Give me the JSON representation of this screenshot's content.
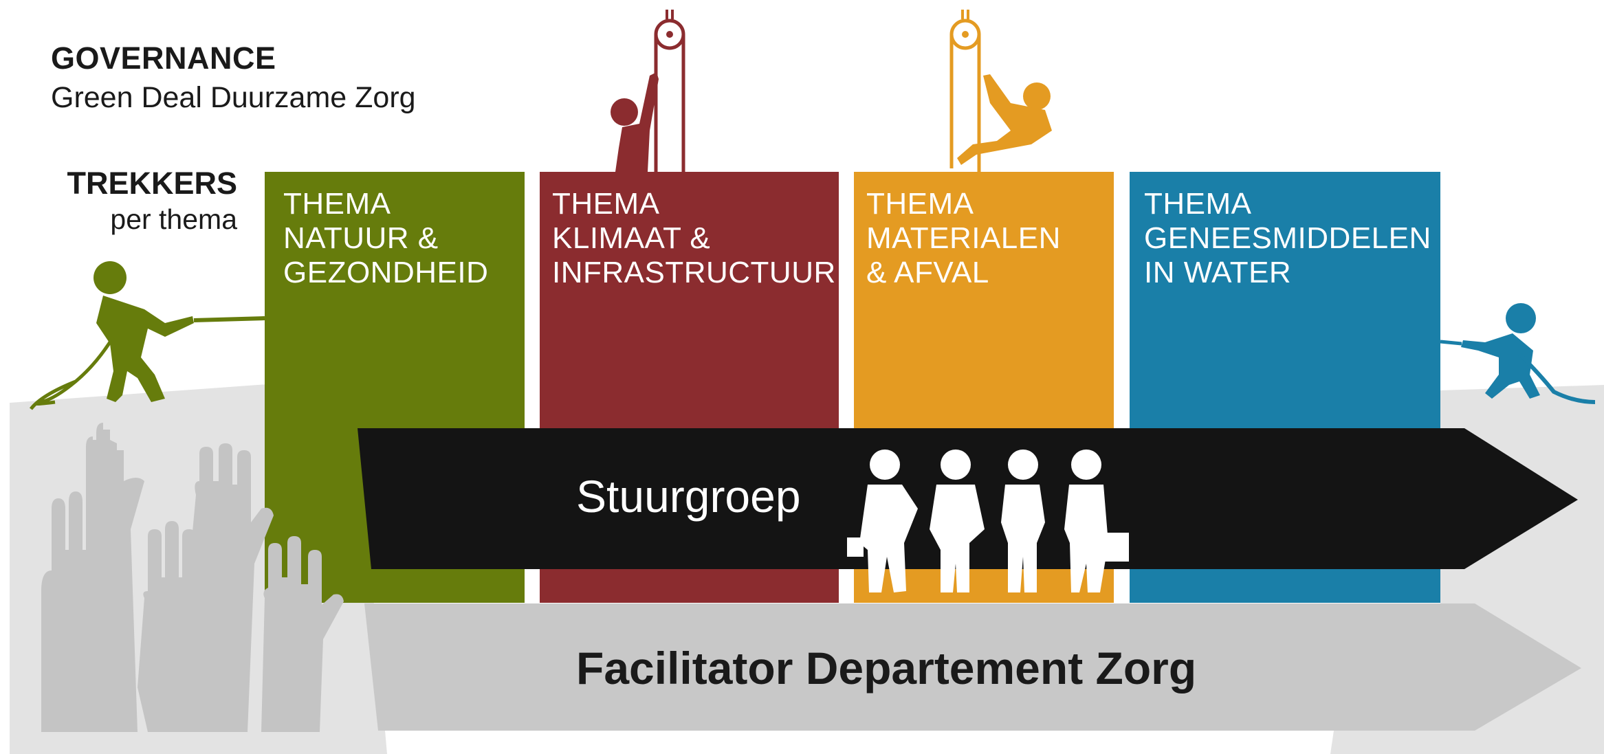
{
  "header": {
    "title": "GOVERNANCE",
    "subtitle": "Green Deal Duurzame Zorg"
  },
  "trekkers": {
    "title": "TREKKERS",
    "subtitle": "per thema"
  },
  "themes": [
    {
      "label": "THEMA\nNATUUR &\nGEZONDHEID",
      "color": "#667c0c"
    },
    {
      "label": "THEMA\nKLIMAAT &\nINFRASTRUCTUUR",
      "color": "#8b2c2f"
    },
    {
      "label": "THEMA\nMATERIALEN\n& AFVAL",
      "color": "#e49b22"
    },
    {
      "label": "THEMA\nGENEESMIDDELEN\nIN WATER",
      "color": "#1a7fa8"
    }
  ],
  "stuurgroep": {
    "label": "Stuurgroep",
    "color": "#141414"
  },
  "facilitator": {
    "label": "Facilitator Departement Zorg",
    "color": "#c8c8c8"
  },
  "icons": [
    "hands-raised-icon",
    "pulling-rope-person-icon",
    "climbing-person-icon",
    "team-people-icon"
  ]
}
